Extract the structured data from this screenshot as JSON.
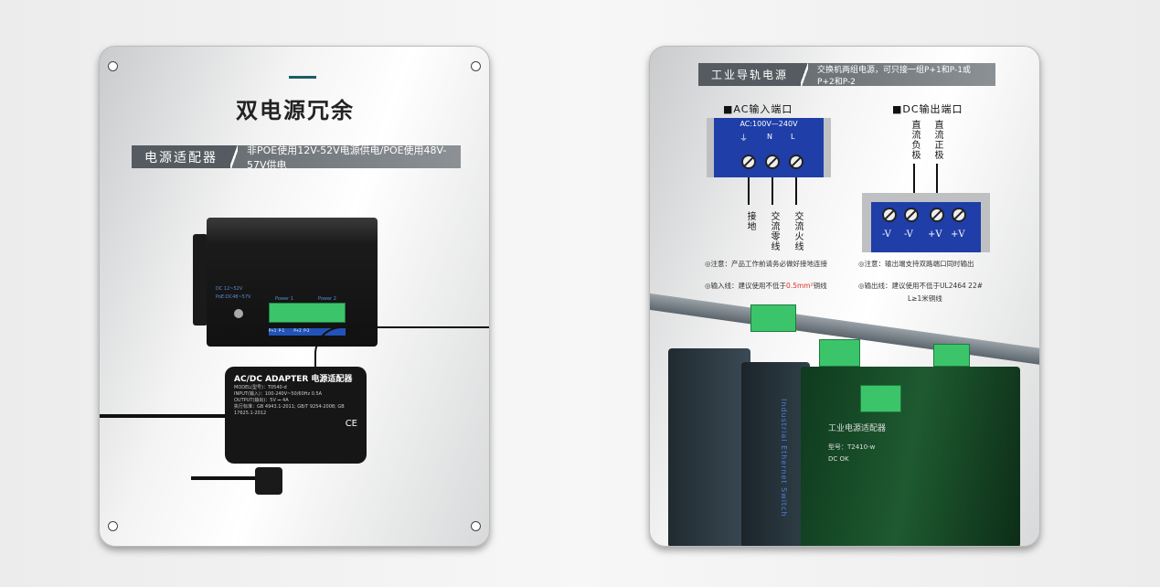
{
  "left": {
    "title": "双电源冗余",
    "banner_label": "电源适配器",
    "banner_text": "非POE使用12V-52V电源供电/POE使用48V-57V供电",
    "device": {
      "dc_label": "DC 12~52V",
      "poe_label": "PoE:DC48~57V",
      "power1": "Power 1",
      "power2": "Power 2",
      "terminals": "P+1  P-1        P+2  P-2"
    },
    "adapter": {
      "title": "AC/DC ADAPTER 电源适配器",
      "model": "MODEL(型号)：T0540-d",
      "input": "INPUT(输入)：100-240V~50/60Hz 0.5A",
      "output": "OUTPUT(输出)：5V ⎓ 4A",
      "standard": "执行标准：GB 4943.1-2011; GB/T 9254-2008; GB 17625.1-2012",
      "ce": "CE"
    }
  },
  "right": {
    "banner_label": "工业导轨电源",
    "banner_text": "交换机两组电源，可只接一组P+1和P-1或P+2和P-2",
    "ac": {
      "title": "■AC输入端口",
      "voltage": "AC:100V—240V",
      "n": "N",
      "l": "L",
      "labels": [
        "接地",
        "交流零线",
        "交流火线"
      ]
    },
    "dc": {
      "title": "■DC输出端口",
      "labels": [
        "直流负极",
        "直流正极"
      ],
      "terminals": [
        "-V",
        "-V",
        "+V",
        "+V"
      ]
    },
    "notes": {
      "ac_note": "◎注意：产品工作前请务必做好接地连接",
      "ac_wire_prefix": "◎输入线：建议使用不低于",
      "ac_wire_highlight": "0.5mm²",
      "ac_wire_suffix": "铜线",
      "dc_note": "◎注意：输出端支持双路端口同时输出",
      "dc_wire": "◎输出线：建议使用不低于UL2464 22#",
      "dc_wire2": "L≥1米铜线"
    },
    "photo": {
      "switch_text": "Industrial Ethernet Switch",
      "psu_text": "工业电源适配器",
      "psu_model": "型号：T2410-w",
      "dc_ok": "DC OK"
    }
  },
  "colors": {
    "accent": "#1d5d66",
    "blue": "#1f3ea8",
    "banner": "#555b60"
  }
}
